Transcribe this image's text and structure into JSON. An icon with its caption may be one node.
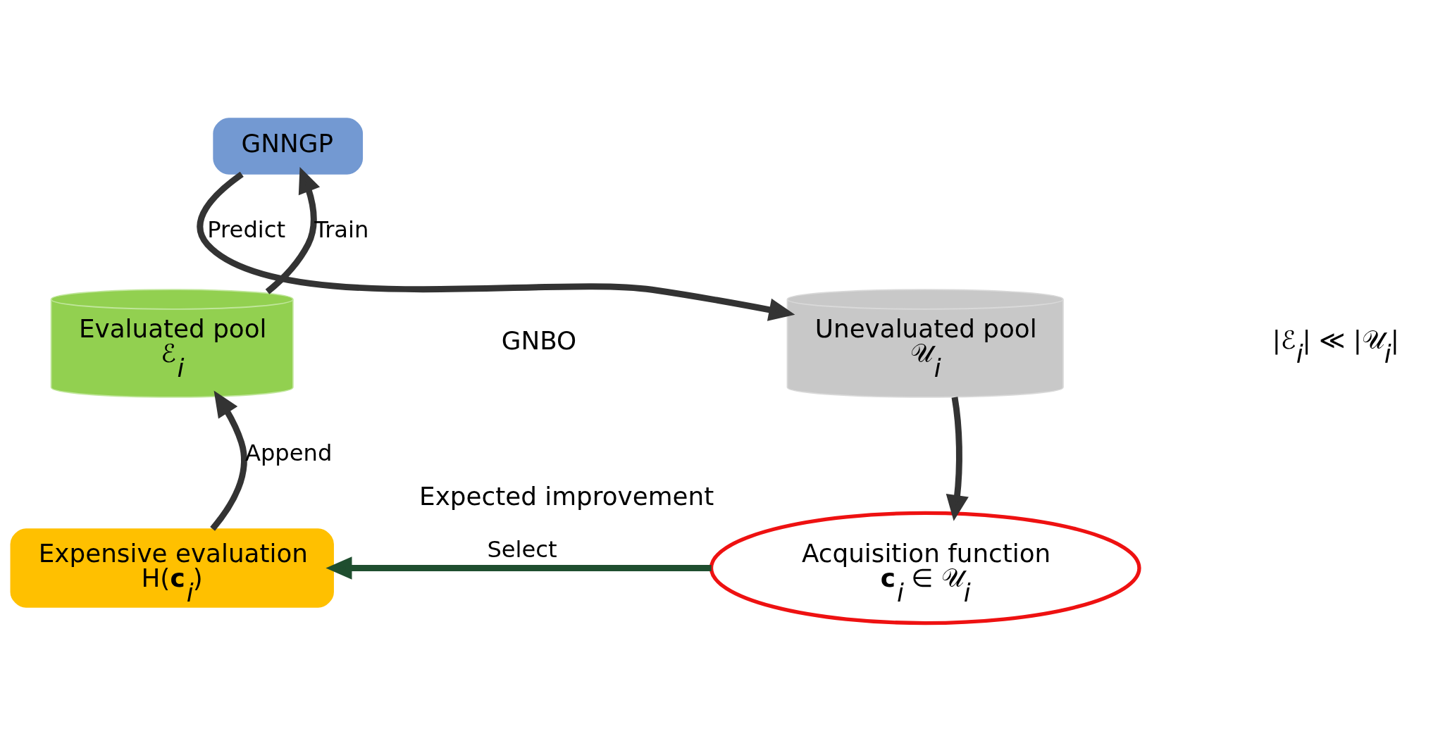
{
  "diagram": {
    "nodes": [
      {
        "text": [
          "GNNGP"
        ]
      },
      {
        "text": [
          "Unevaluated pool",
          "𝒰$_{i}$"
        ]
      },
      {
        "text": [
          "Acquisition function",
          "**c**$_{i}$ ∈ 𝒰$_{i}$"
        ],
        "beside": [
          "Expected improvement"
        ]
      },
      {
        "text": [
          "Expensive evaluation",
          "H(**c**$_{i}$)"
        ]
      },
      {
        "text": [
          "Evaluated pool",
          "ℰ$_{i}$"
        ]
      }
    ],
    "edges": [
      {
        "from": 4,
        "to": 0,
        "arrow": "to",
        "label": "Train"
      },
      {
        "from": 0,
        "to": 1,
        "arrow": "to",
        "label": "Predict"
      },
      {
        "from": 1,
        "to": 2,
        "arrow": "to"
      },
      {
        "from": 2,
        "to": 3,
        "arrow": "to",
        "label": "Select",
        "color": "#1f4e2f"
      },
      {
        "from": 3,
        "to": 4,
        "arrow": "to",
        "label": "Append"
      }
    ],
    "labels": [
      "GNBO",
      "|ℰ$_{i}$| ≪ |𝒰$_{i}$|"
    ]
  }
}
